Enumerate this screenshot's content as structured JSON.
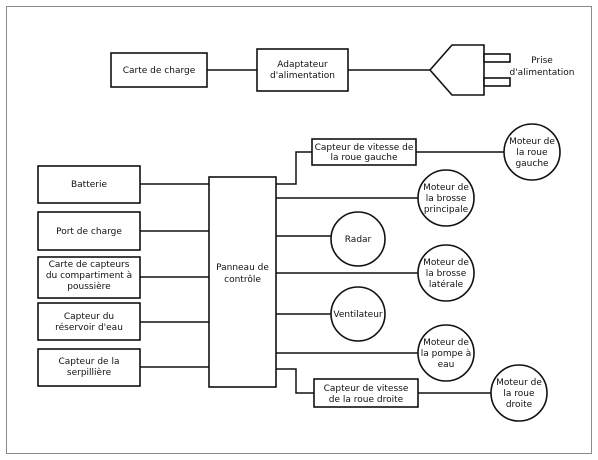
{
  "diagram": {
    "nodes": {
      "carte_charge": "Carte de charge",
      "adaptateur": [
        "Adaptateur",
        "d'alimentation"
      ],
      "prise": [
        "Prise",
        "d'alimentation"
      ],
      "batterie": "Batterie",
      "port_charge": "Port de charge",
      "capteurs_poussiere": [
        "Carte de capteurs",
        "du compartiment à",
        "poussière"
      ],
      "capteur_reservoir": [
        "Capteur du",
        "réservoir d'eau"
      ],
      "capteur_serpilliere": [
        "Capteur de la",
        "serpillière"
      ],
      "panneau": [
        "Panneau de",
        "contrôle"
      ],
      "capteur_vitesse_gauche": [
        "Capteur de vitesse de",
        "la roue gauche"
      ],
      "moteur_roue_gauche": [
        "Moteur de",
        "la roue",
        "gauche"
      ],
      "moteur_brosse_principale": [
        "Moteur de",
        "la brosse",
        "principale"
      ],
      "radar": "Radar",
      "moteur_brosse_laterale": [
        "Moteur de",
        "la brosse",
        "latérale"
      ],
      "ventilateur": "Ventilateur",
      "moteur_pompe": [
        "Moteur de",
        "la pompe à",
        "eau"
      ],
      "capteur_vitesse_droite": [
        "Capteur de vitesse",
        "de la roue droite"
      ],
      "moteur_roue_droite": [
        "Moteur de",
        "la roue",
        "droite"
      ]
    },
    "connections": [
      [
        "carte_charge",
        "adaptateur"
      ],
      [
        "adaptateur",
        "prise"
      ],
      [
        "batterie",
        "panneau"
      ],
      [
        "port_charge",
        "panneau"
      ],
      [
        "capteurs_poussiere",
        "panneau"
      ],
      [
        "capteur_reservoir",
        "panneau"
      ],
      [
        "capteur_serpilliere",
        "panneau"
      ],
      [
        "panneau",
        "capteur_vitesse_gauche"
      ],
      [
        "capteur_vitesse_gauche",
        "moteur_roue_gauche"
      ],
      [
        "panneau",
        "moteur_brosse_principale"
      ],
      [
        "panneau",
        "radar"
      ],
      [
        "panneau",
        "moteur_brosse_laterale"
      ],
      [
        "panneau",
        "ventilateur"
      ],
      [
        "panneau",
        "moteur_pompe"
      ],
      [
        "panneau",
        "capteur_vitesse_droite"
      ],
      [
        "capteur_vitesse_droite",
        "moteur_roue_droite"
      ]
    ]
  }
}
